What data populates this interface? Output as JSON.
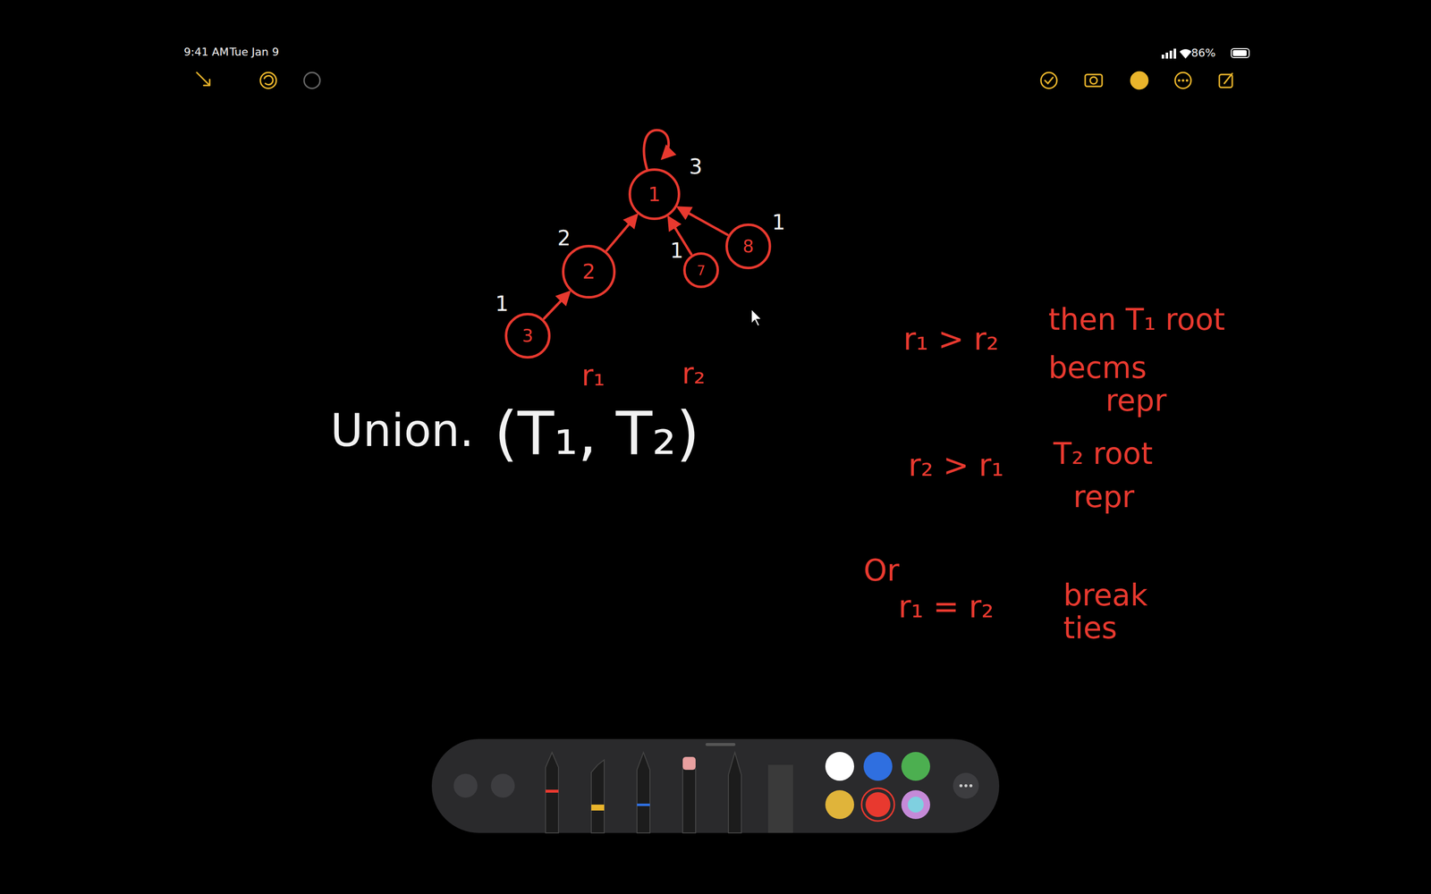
{
  "diagram": {
    "nodes": [
      {
        "text": [
          "1"
        ]
      },
      {
        "text": [
          "2"
        ]
      },
      {
        "text": [
          "7"
        ]
      },
      {
        "text": [
          "8"
        ]
      },
      {
        "text": [
          "3"
        ]
      }
    ],
    "edges": [
      {
        "from": 1,
        "to": 0,
        "arrow": "to"
      },
      {
        "from": 2,
        "to": 0,
        "arrow": "to"
      },
      {
        "from": 3,
        "to": 0,
        "arrow": "to"
      },
      {
        "from": 4,
        "to": 1,
        "arrow": "to"
      }
    ],
    "labels": [
      "9:41 AM",
      "Tue Jan 9",
      "86%",
      "3",
      "2",
      "1",
      "1",
      "1",
      "r₁",
      "r₂",
      "Union.",
      "(T₁, T₂)",
      "r₁ > r₂",
      "then T₁ root",
      "becms",
      "repr",
      "r₂ > r₁",
      "T₂ root",
      "repr",
      "Or",
      "r₁ = r₂",
      "break",
      "ties"
    ]
  }
}
